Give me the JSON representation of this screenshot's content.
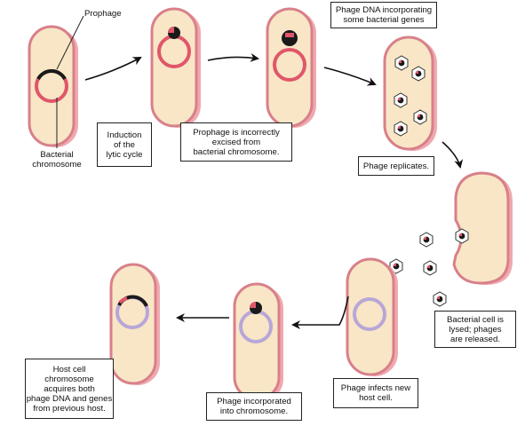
{
  "labels": {
    "prophage": "Prophage",
    "bacterial_chromosome": [
      "Bacterial",
      "chromosome"
    ]
  },
  "captions": {
    "induction": [
      "Induction",
      "of the",
      "lytic cycle"
    ],
    "incorrect_excision": [
      "Prophage is incorrectly",
      "excised from",
      "bacterial chromosome."
    ],
    "phage_dna_incorporating": [
      "Phage DNA incorporating",
      "some bacterial genes"
    ],
    "phage_replicates": [
      "Phage replicates."
    ],
    "cell_lysed": [
      "Bacterial cell is",
      "lysed; phages",
      "are released."
    ],
    "phage_infects": [
      "Phage infects new",
      "host cell."
    ],
    "phage_incorporated": [
      "Phage incorporated",
      "into chromosome."
    ],
    "host_acquires": [
      "Host cell",
      "chromosome",
      "acquires both",
      "phage DNA and genes",
      "from previous host."
    ]
  },
  "colors": {
    "cell_fill": "#f8e6c6",
    "cell_rim": "#d8808a",
    "bacterial_dna": "#e0566a",
    "phage_dna": "#1a1a1a",
    "host_dna": "#b8a6d8",
    "arrow": "#111111"
  }
}
